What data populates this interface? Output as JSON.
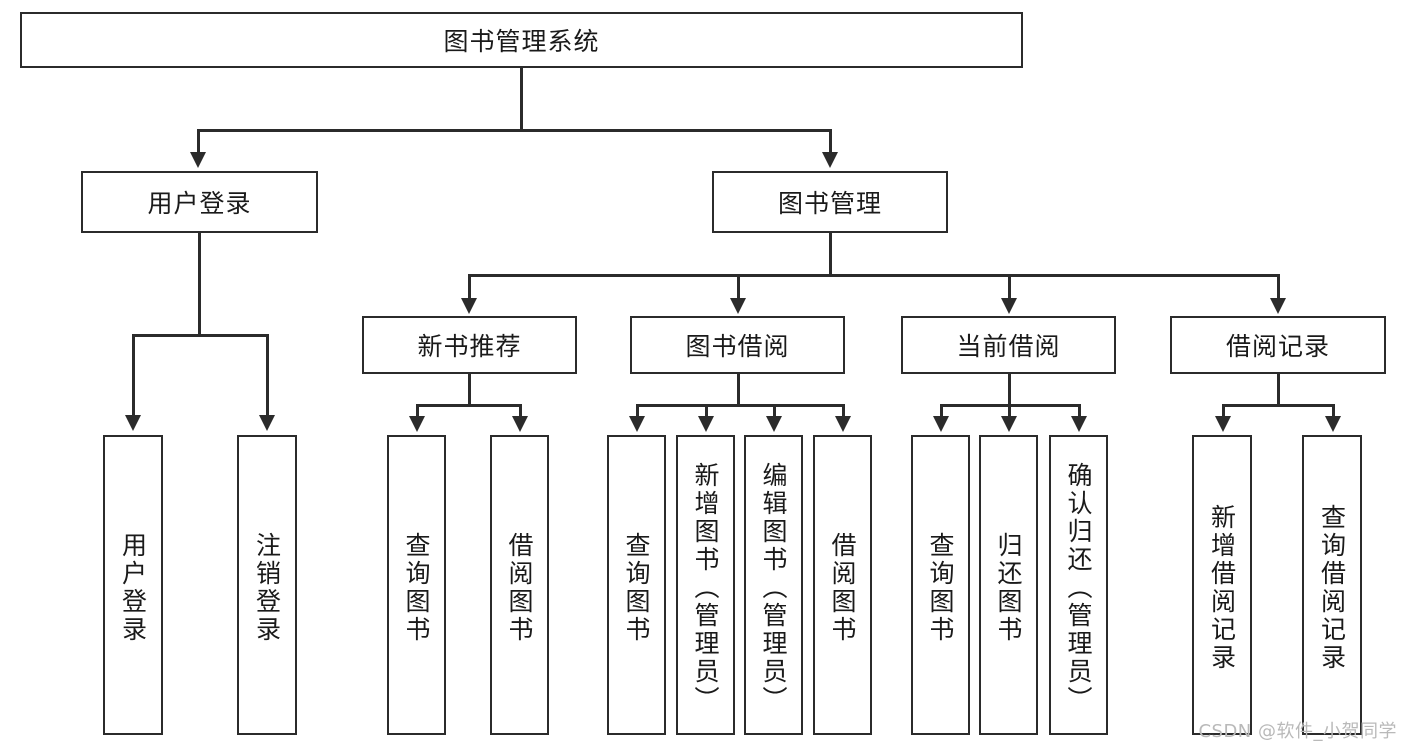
{
  "diagram": {
    "type": "tree-hierarchy",
    "title": "图书管理系统",
    "root": {
      "label": "图书管理系统"
    },
    "level2": [
      {
        "label": "用户登录"
      },
      {
        "label": "图书管理"
      }
    ],
    "level3": [
      {
        "label": "新书推荐",
        "parent": "图书管理"
      },
      {
        "label": "图书借阅",
        "parent": "图书管理"
      },
      {
        "label": "当前借阅",
        "parent": "图书管理"
      },
      {
        "label": "借阅记录",
        "parent": "图书管理"
      }
    ],
    "leaves": {
      "user_login": [
        {
          "label": "用户登录"
        },
        {
          "label": "注销登录"
        }
      ],
      "new_book_recommend": [
        {
          "label": "查询图书"
        },
        {
          "label": "借阅图书"
        }
      ],
      "book_borrow": [
        {
          "label": "查询图书"
        },
        {
          "label": "新增图书（管理员）"
        },
        {
          "label": "编辑图书（管理员）"
        },
        {
          "label": "借阅图书"
        }
      ],
      "current_borrow": [
        {
          "label": "查询图书"
        },
        {
          "label": "归还图书"
        },
        {
          "label": "确认归还（管理员）"
        }
      ],
      "borrow_records": [
        {
          "label": "新增借阅记录"
        },
        {
          "label": "查询借阅记录"
        }
      ]
    }
  },
  "watermark": {
    "text": "CSDN @软件_小贺同学"
  },
  "colors": {
    "stroke": "#2b2b2b",
    "background": "#ffffff",
    "text": "#1a1a1a",
    "watermark": "#b9b9b9"
  }
}
